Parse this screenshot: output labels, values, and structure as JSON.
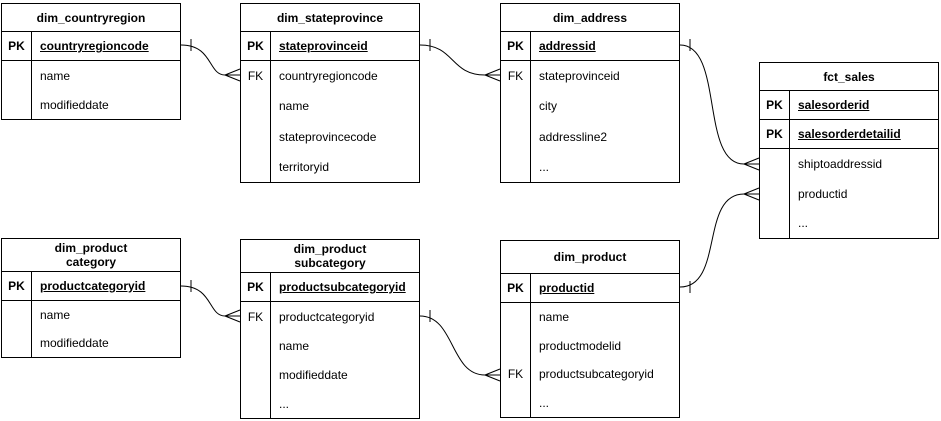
{
  "diagram": {
    "kind": "entity-relationship-diagram",
    "colors": {
      "background": "#ffffff",
      "line": "#000000",
      "text": "#000000"
    },
    "tables": [
      {
        "title": "dim_countryregion",
        "rows": [
          {
            "key": "PK",
            "name": "countryregioncode",
            "pk": true
          },
          {
            "key": "",
            "name": "name"
          },
          {
            "key": "",
            "name": "modifieddate"
          }
        ]
      },
      {
        "title": "dim_stateprovince",
        "rows": [
          {
            "key": "PK",
            "name": "stateprovinceid",
            "pk": true
          },
          {
            "key": "FK",
            "name": "countryregioncode"
          },
          {
            "key": "",
            "name": "name"
          },
          {
            "key": "",
            "name": "stateprovincecode"
          },
          {
            "key": "",
            "name": "territoryid"
          }
        ]
      },
      {
        "title": "dim_address",
        "rows": [
          {
            "key": "PK",
            "name": "addressid",
            "pk": true
          },
          {
            "key": "FK",
            "name": "stateprovinceid"
          },
          {
            "key": "",
            "name": "city"
          },
          {
            "key": "",
            "name": "addressline2"
          },
          {
            "key": "",
            "name": "..."
          }
        ]
      },
      {
        "title": "fct_sales",
        "rows": [
          {
            "key": "PK",
            "name": "salesorderid",
            "pk": true
          },
          {
            "key": "PK",
            "name": "salesorderdetailid",
            "pk": true
          },
          {
            "key": "",
            "name": "shiptoaddressid"
          },
          {
            "key": "",
            "name": "productid"
          },
          {
            "key": "",
            "name": "..."
          }
        ]
      },
      {
        "title": "dim_product\ncategory",
        "rows": [
          {
            "key": "PK",
            "name": "productcategoryid",
            "pk": true
          },
          {
            "key": "",
            "name": "name"
          },
          {
            "key": "",
            "name": "modifieddate"
          }
        ]
      },
      {
        "title": "dim_product\nsubcategory",
        "rows": [
          {
            "key": "PK",
            "name": "productsubcategoryid",
            "pk": true
          },
          {
            "key": "FK",
            "name": "productcategoryid"
          },
          {
            "key": "",
            "name": "name"
          },
          {
            "key": "",
            "name": "modifieddate"
          },
          {
            "key": "",
            "name": "..."
          }
        ]
      },
      {
        "title": "dim_product",
        "rows": [
          {
            "key": "PK",
            "name": "productid",
            "pk": true
          },
          {
            "key": "",
            "name": "name"
          },
          {
            "key": "",
            "name": "productmodelid"
          },
          {
            "key": "FK",
            "name": "productsubcategoryid"
          },
          {
            "key": "",
            "name": "..."
          }
        ]
      }
    ],
    "relations": [
      {
        "from": "dim_countryregion.countryregioncode",
        "to": "dim_stateprovince.countryregioncode",
        "type": "one-to-many"
      },
      {
        "from": "dim_stateprovince.stateprovinceid",
        "to": "dim_address.stateprovinceid",
        "type": "one-to-many"
      },
      {
        "from": "dim_address.addressid",
        "to": "fct_sales.shiptoaddressid",
        "type": "one-to-many"
      },
      {
        "from": "dim_product.productid",
        "to": "fct_sales.productid",
        "type": "one-to-many"
      },
      {
        "from": "dim_productcategory.productcategoryid",
        "to": "dim_productsubcategory.productcategoryid",
        "type": "one-to-many"
      },
      {
        "from": "dim_productsubcategory.productsubcategoryid",
        "to": "dim_product.productsubcategoryid",
        "type": "one-to-many"
      }
    ]
  }
}
